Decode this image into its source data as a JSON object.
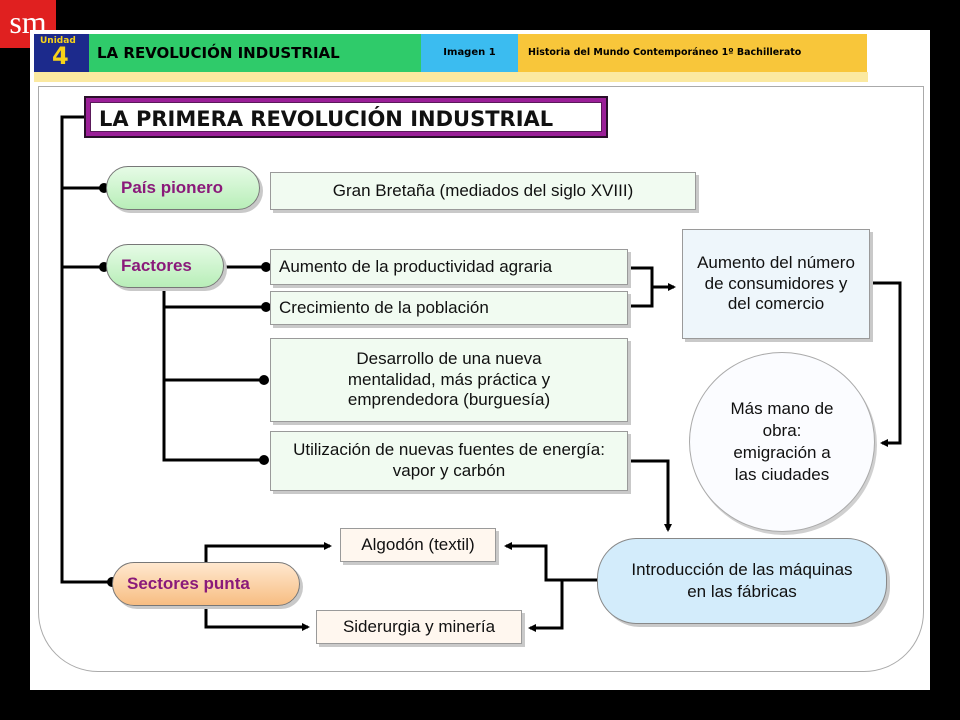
{
  "header": {
    "unit_label": "Unidad",
    "unit_number": "4",
    "title": "LA REVOLUCIÓN INDUSTRIAL",
    "image_label": "Imagen 1",
    "subtitle": "Historia del Mundo Contemporáneo 1º Bachillerato",
    "logo_text": "sm"
  },
  "colors": {
    "unit_bg": "#1c2a8c",
    "title_bg": "#2fcb6a",
    "image_bg": "#3bbcf0",
    "subtitle_bg": "#f8c63a",
    "logo_bg": "#e02020",
    "main_title_border": "#9b1f98",
    "pill_text": "#8a1a7a"
  },
  "diagram": {
    "main_title": "LA PRIMERA REVOLUCIÓN INDUSTRIAL",
    "pais_pionero": {
      "label": "País pionero",
      "value": "Gran Bretaña (mediados del siglo XVIII)"
    },
    "factores": {
      "label": "Factores",
      "items": [
        "Aumento de la productividad agraria",
        "Crecimiento de la población",
        "Desarrollo de una nueva mentalidad, más práctica y emprendedora (burguesía)",
        "Utilización de nuevas fuentes de energía: vapor y carbón"
      ]
    },
    "consumidores": "Aumento del número de consumidores y del comercio",
    "mano_de_obra": "Más mano de obra: emigración a las ciudades",
    "introduccion": "Introducción de las máquinas en las fábricas",
    "sectores_punta": {
      "label": "Sectores punta",
      "items": [
        "Algodón (textil)",
        "Siderurgia y minería"
      ]
    }
  }
}
